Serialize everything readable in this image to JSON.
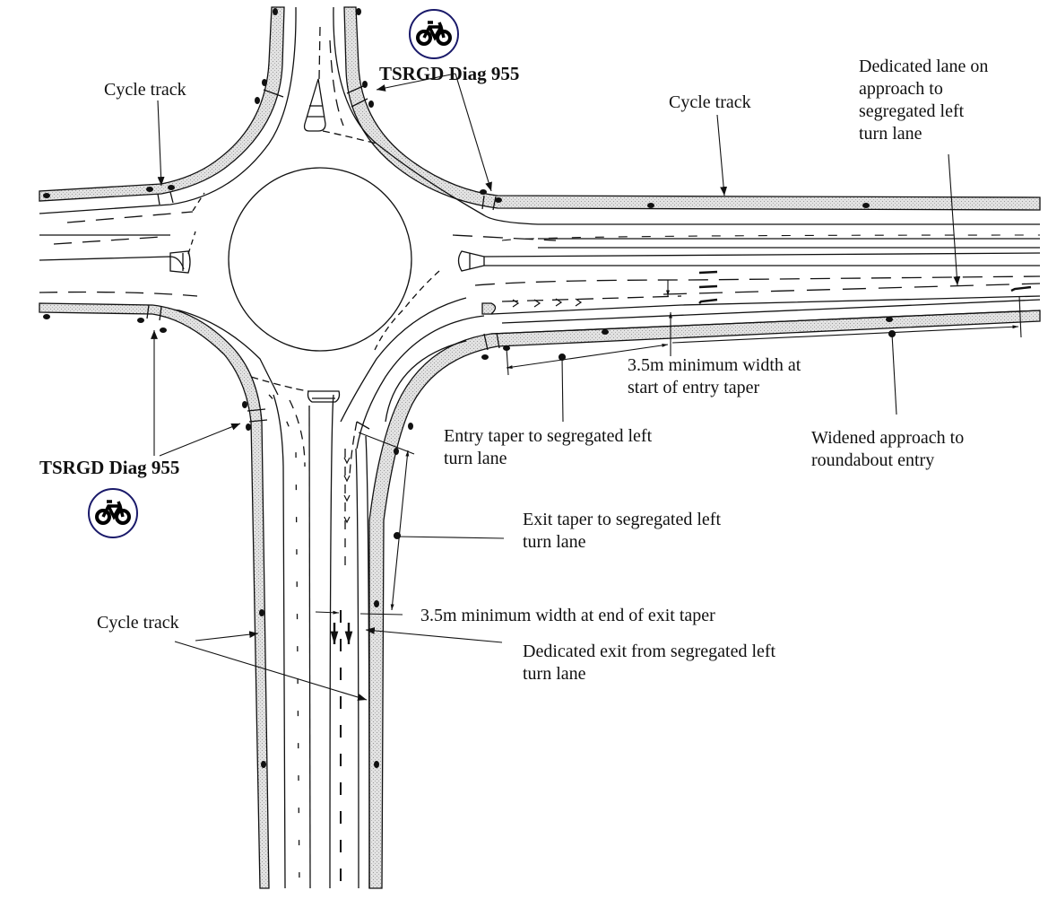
{
  "diagram": {
    "subject": "Roundabout with segregated left turn lane and cycle tracks",
    "colors": {
      "line": "#111111",
      "cycle_track_fill": "#d9d9d9",
      "sign_border": "#1a1a6a"
    }
  },
  "labels": {
    "cycle_track_nw": [
      "Cycle track"
    ],
    "cycle_track_ne": [
      "Cycle track"
    ],
    "cycle_track_sw": [
      "Cycle track"
    ],
    "tsrgd_top": [
      "TSRGD Diag 955"
    ],
    "tsrgd_left": [
      "TSRGD Diag 955"
    ],
    "dedicated_lane": [
      "Dedicated lane on",
      "approach to",
      "segregated left",
      "turn lane"
    ],
    "min_width_entry": [
      "3.5m minimum width at",
      "start of entry taper"
    ],
    "entry_taper": [
      "Entry taper to segregated left",
      "turn lane"
    ],
    "widened_approach": [
      "Widened approach to",
      "roundabout entry"
    ],
    "exit_taper": [
      "Exit taper to segregated left",
      "turn lane"
    ],
    "min_width_exit": [
      "3.5m minimum width at end of exit taper"
    ],
    "dedicated_exit": [
      "Dedicated exit from segregated left",
      "turn lane"
    ]
  },
  "signs": [
    {
      "id": "sign-top",
      "icon": "bicycle-icon",
      "meaning": "cycle route sign"
    },
    {
      "id": "sign-left",
      "icon": "bicycle-icon",
      "meaning": "cycle route sign"
    }
  ]
}
